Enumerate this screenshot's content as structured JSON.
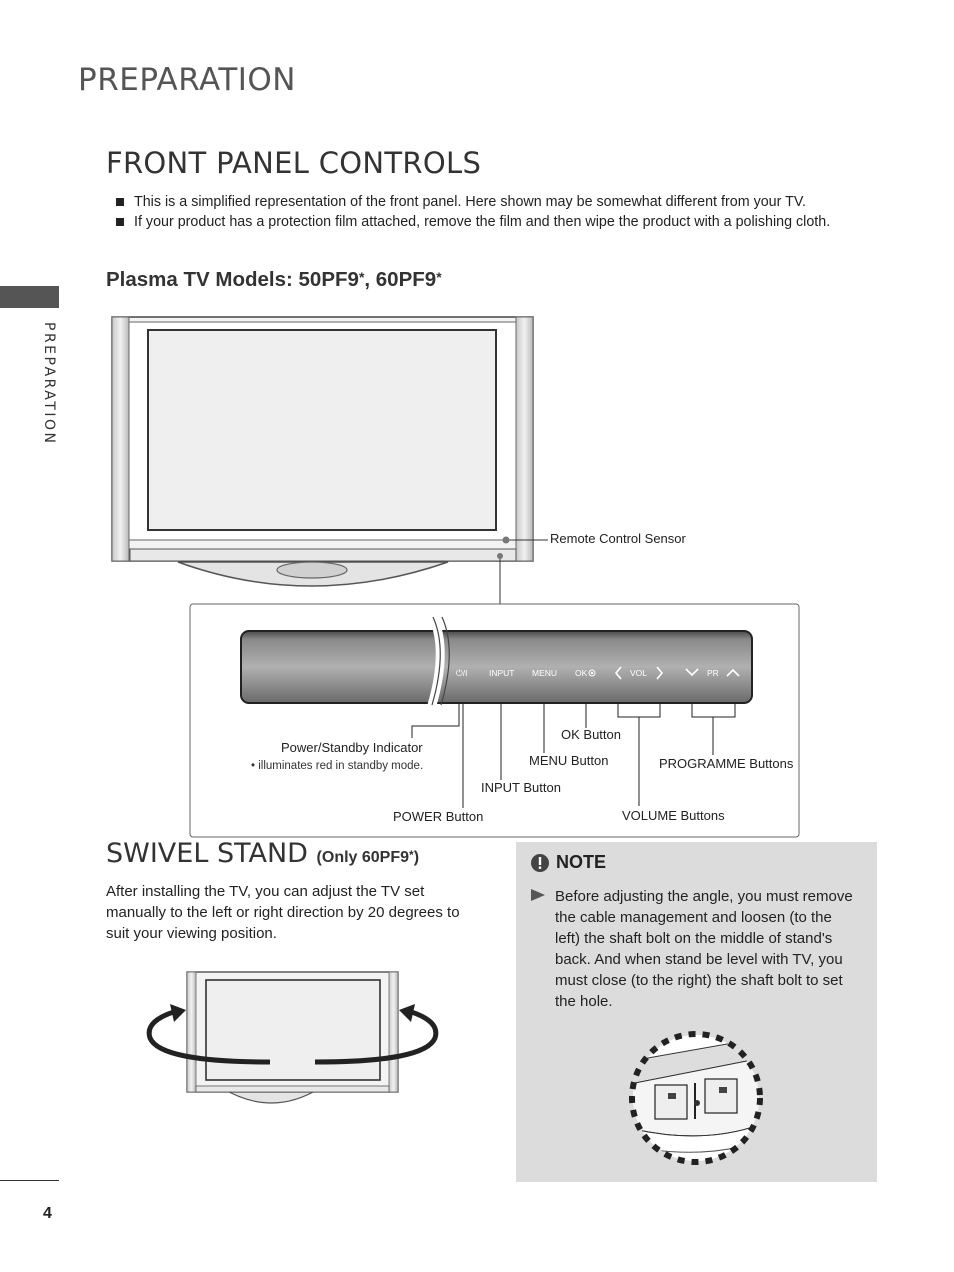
{
  "header": {
    "title": "PREPARATION"
  },
  "section": {
    "title": "FRONT PANEL CONTROLS"
  },
  "bullets": [
    "This is a simplified representation of the front panel. Here shown may be somewhat different from your TV.",
    "If your product has a protection film attached, remove the film and then wipe the product with a polishing cloth."
  ],
  "side_label": "PREPARATION",
  "subtitle": {
    "text_a": "Plasma TV Models: 50PF9",
    "ast": "*",
    "text_b": ", 60PF9"
  },
  "panel": {
    "power_symbol": "⏻/I",
    "input": "INPUT",
    "menu": "MENU",
    "ok": "OK",
    "vol": "VOL",
    "pr": "PR"
  },
  "labels": {
    "remote_sensor": "Remote Control Sensor",
    "power_indicator": "Power/Standby Indicator",
    "power_indicator_note": "• illuminates red in standby mode.",
    "power_button": "POWER Button",
    "input_button": "INPUT Button",
    "menu_button": "MENU Button",
    "ok_button": "OK Button",
    "volume_buttons": "VOLUME Buttons",
    "programme_buttons": "PROGRAMME Buttons"
  },
  "swivel": {
    "title": "SWIVEL STAND",
    "only": "(Only 60PF9",
    "only_ast": "*",
    "only_close": ")",
    "text": "After installing the TV, you can adjust the TV set manually to the left or right direction by 20 degrees to suit your viewing position."
  },
  "note": {
    "title": "NOTE",
    "text": "Before adjusting the angle, you must remove the cable management and loosen (to the left) the shaft bolt on the middle of stand's back. And when stand be level with TV,  you must close (to the right) the shaft bolt to set the hole."
  },
  "page_number": "4"
}
